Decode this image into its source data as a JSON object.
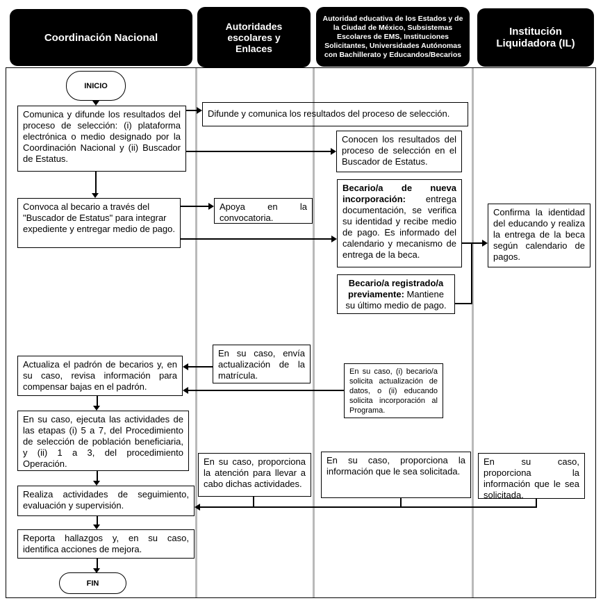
{
  "lanes": [
    {
      "title": "Coordinación Nacional"
    },
    {
      "title": "Autoridades escolares y Enlaces"
    },
    {
      "title": "Autoridad educativa de los Estados y de la Ciudad de México, Subsistemas Escolares de EMS, Instituciones Solicitantes, Universidades Autónomas con Bachillerato y Educandos/Becarios"
    },
    {
      "title": "Institución Liquidadora (IL)"
    }
  ],
  "terminators": {
    "start": "INICIO",
    "end": "FIN"
  },
  "boxes": {
    "comunica": "Comunica y difunde los resultados del proceso de selección: (i) plataforma electrónica o medio designado por la Coordinación Nacional y (ii) Buscador de Estatus.",
    "difunde": "Difunde y comunica los resultados del proceso de selección.",
    "conocen": "Conocen los resultados del proceso de selección en el Buscador de Estatus.",
    "convoca": "Convoca al becario a través del \"Buscador de Estatus\" para integrar expediente y entregar medio de pago.",
    "apoya": "Apoya en la convocatoria.",
    "nueva_lead": "Becario/a de nueva incorporación:",
    "nueva_rest": " entrega documentación, se verifica su identidad y recibe medio de pago. Es informado del calendario y mecanismo de entrega de la beca.",
    "registrado_lead": "Becario/a registrado/a previamente:",
    "registrado_rest": " Mantiene su último medio de pago.",
    "confirma": "Confirma la identidad del educando y realiza la entrega de la beca según calendario de pagos.",
    "actualiza": "Actualiza el padrón de becarios y, en su caso, revisa información para compensar bajas en el padrón.",
    "envia": "En su caso, envía actualización de la matrícula.",
    "solicita": "En su caso, (i) becario/a solicita actualización de datos, o (ii) educando solicita incorporación al Programa.",
    "ejecuta": "En su caso, ejecuta las actividades de las etapas (i) 5 a 7, del Procedimiento de selección de población beneficiaria, y (ii) 1 a 3, del procedimiento Operación.",
    "atencion": "En su caso, proporciona la atención para llevar a cabo dichas actividades.",
    "info_tercera": "En su caso, proporciona la información que le sea solicitada.",
    "info_il": "En su caso, proporciona la información que le sea solicitada.",
    "realiza": "Realiza actividades de seguimiento, evaluación y supervisión.",
    "reporta": "Reporta hallazgos y, en su caso, identifica acciones de mejora."
  },
  "colors": {
    "header_bg": "#000000",
    "header_text": "#ffffff",
    "line": "#000000",
    "lane_divider": "#b9b9b9"
  }
}
